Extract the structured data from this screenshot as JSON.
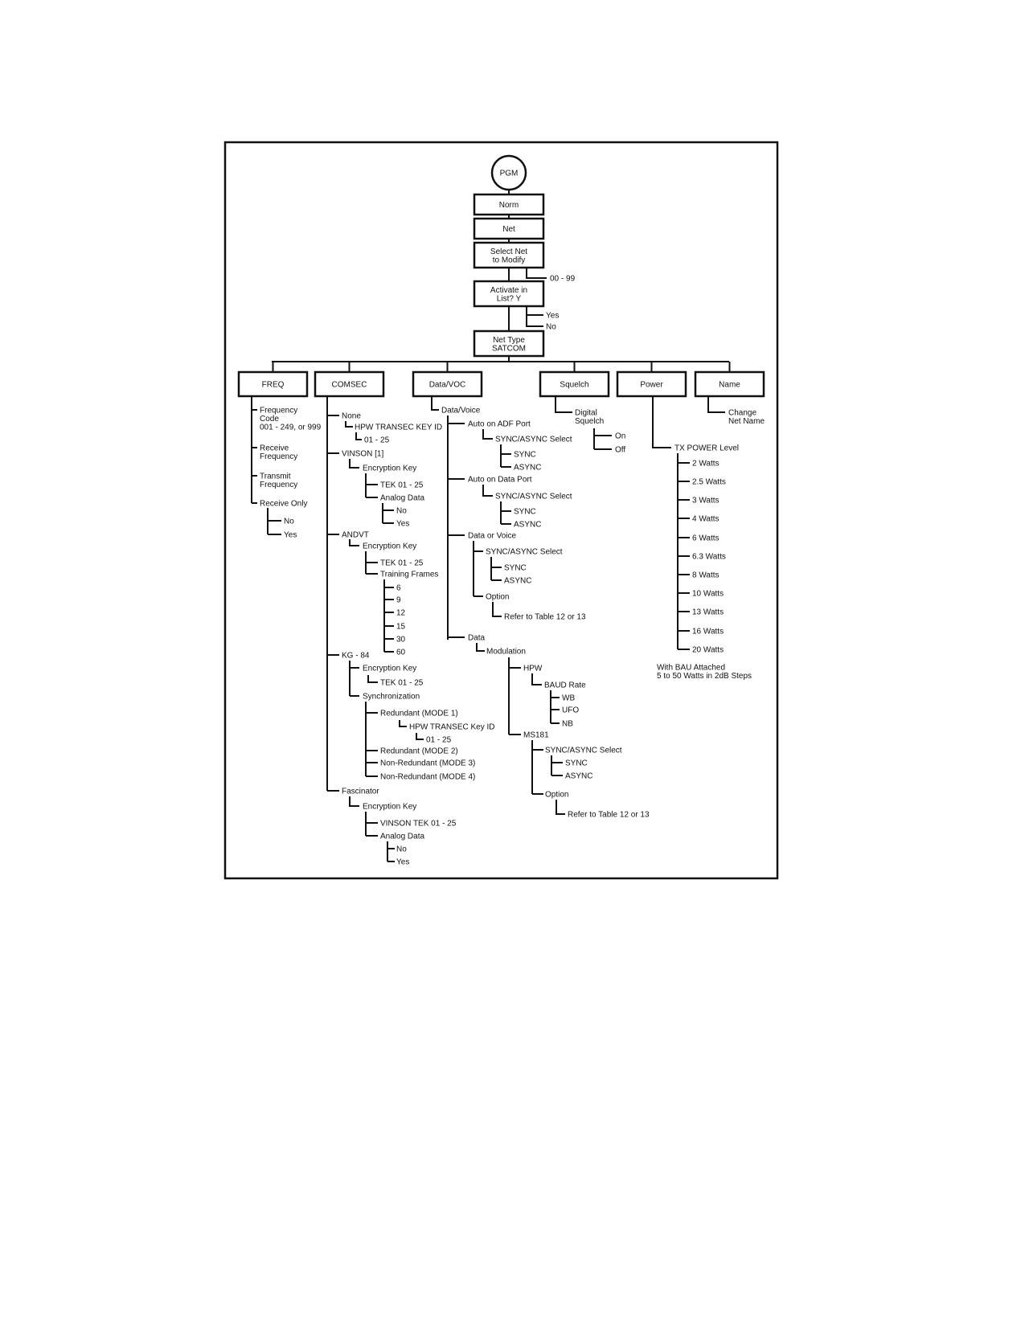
{
  "root": "PGM",
  "chain": [
    "Norm",
    "Net",
    "Select Net\nto Modify",
    "Activate in\nList? Y",
    "Net Type\nSATCOM"
  ],
  "chain_options": {
    "select_net": [
      "00 - 99"
    ],
    "activate": [
      "Yes",
      "No"
    ]
  },
  "branches": [
    "FREQ",
    "COMSEC",
    "Data/VOC",
    "Squelch",
    "Power",
    "Name"
  ],
  "freq": {
    "items": [
      "Frequency\nCode\n001 - 249, or 999",
      "Receive\nFrequency",
      "Transmit\nFrequency",
      "Receive Only"
    ],
    "receive_only": [
      "No",
      "Yes"
    ]
  },
  "comsec": {
    "none": "None",
    "hpw_key": "HPW TRANSEC KEY ID",
    "hpw_range": "01 - 25",
    "vinson": "VINSON [1]",
    "enc_key": "Encryption Key",
    "tek": "TEK 01 - 25",
    "analog": "Analog Data",
    "no": "No",
    "yes": "Yes",
    "andvt": "ANDVT",
    "training": "Training Frames",
    "frames": [
      "6",
      "9",
      "12",
      "15",
      "30",
      "60"
    ],
    "kg84": "KG - 84",
    "sync": "Synchronization",
    "red1": "Redundant (MODE 1)",
    "hpw_key2": "HPW TRANSEC Key ID",
    "red2": "Redundant (MODE 2)",
    "nonred3": "Non-Redundant (MODE 3)",
    "nonred4": "Non-Redundant (MODE 4)",
    "fascinator": "Fascinator",
    "vinson_tek": "VINSON TEK 01 - 25"
  },
  "datavoc": {
    "data_voice": "Data/Voice",
    "adf": "Auto on ADF Port",
    "sas": "SYNC/ASYNC Select",
    "sync": "SYNC",
    "async": "ASYNC",
    "dataport": "Auto on Data Port",
    "data_or_voice": "Data or Voice",
    "option": "Option",
    "refer": "Refer to Table 12 or 13",
    "data": "Data",
    "modulation": "Modulation",
    "hpw": "HPW",
    "baud": "BAUD Rate",
    "rates": [
      "WB",
      "UFO",
      "NB"
    ],
    "ms181": "MS181"
  },
  "squelch": {
    "digital": "Digital\nSquelch",
    "options": [
      "On",
      "Off"
    ]
  },
  "power": {
    "tx": "TX POWER Level",
    "levels": [
      "2 Watts",
      "2.5 Watts",
      "3 Watts",
      "4 Watts",
      "6 Watts",
      "6.3 Watts",
      "8 Watts",
      "10 Watts",
      "13 Watts",
      "16 Watts",
      "20 Watts"
    ],
    "note": "With BAU Attached\n5 to 50 Watts in 2dB Steps"
  },
  "name": {
    "change": "Change\nNet Name"
  }
}
